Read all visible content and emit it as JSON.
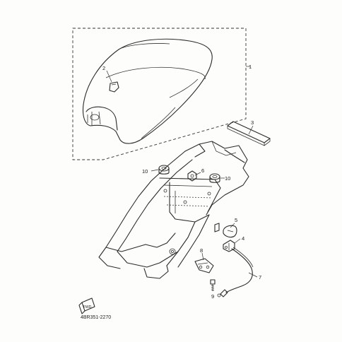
{
  "callouts": {
    "c1": "1",
    "c2": "2",
    "c3": "3",
    "c4": "4",
    "c5": "5",
    "c6": "6",
    "c7": "7",
    "c8": "8",
    "c9": "9",
    "c10a": "10",
    "c10b": "10"
  },
  "footer": {
    "diagram_code": "4BR351-2270",
    "badge_text": "FWD"
  }
}
